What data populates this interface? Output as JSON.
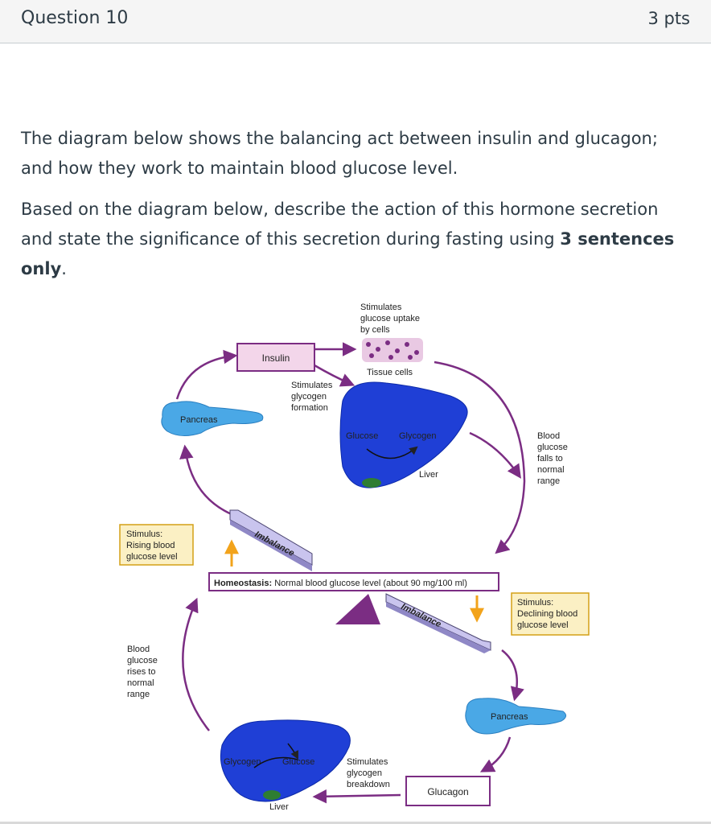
{
  "question": {
    "title": "Question 10",
    "points": "3 pts",
    "paragraph1": "The diagram below shows the balancing act between insulin and glucagon; and how they work to maintain blood glucose level.",
    "paragraph2_start": "Based on the diagram below, describe the action of this hormone secretion and state the significance of this secretion during fasting using ",
    "paragraph2_bold": "3 sentences only",
    "paragraph2_end": "."
  },
  "diagram": {
    "top_stimulates_1": "Stimulates",
    "top_stimulates_2": "glucose uptake",
    "top_stimulates_3": "by cells",
    "tissue_cells": "Tissue cells",
    "insulin": "Insulin",
    "glycogen_formation_1": "Stimulates",
    "glycogen_formation_2": "glycogen",
    "glycogen_formation_3": "formation",
    "pancreas_top": "Pancreas",
    "liver_top_glucose": "Glucose",
    "liver_top_glycogen": "Glycogen",
    "liver_top_label": "Liver",
    "falls_1": "Blood",
    "falls_2": "glucose",
    "falls_3": "falls to",
    "falls_4": "normal",
    "falls_5": "range",
    "stimulus_rising_1": "Stimulus:",
    "stimulus_rising_2": "Rising blood",
    "stimulus_rising_3": "glucose level",
    "imbalance_upper": "Imbalance",
    "homeostasis_bold": "Homeostasis:",
    "homeostasis_text": " Normal blood glucose level (about 90 mg/100 ml)",
    "imbalance_lower": "Imbalance",
    "stimulus_declining_1": "Stimulus:",
    "stimulus_declining_2": "Declining blood",
    "stimulus_declining_3": "glucose level",
    "rises_1": "Blood",
    "rises_2": "glucose",
    "rises_3": "rises to",
    "rises_4": "normal",
    "rises_5": "range",
    "pancreas_bottom": "Pancreas",
    "liver_bottom_glycogen": "Glycogen",
    "liver_bottom_glucose": "Glucose",
    "liver_bottom_label": "Liver",
    "breakdown_1": "Stimulates",
    "breakdown_2": "glycogen",
    "breakdown_3": "breakdown",
    "glucagon": "Glucagon"
  },
  "colors": {
    "purple": "#7b2d83",
    "liver": "#1f3fd6",
    "pancreas": "#4aa8e6",
    "insulin_box": "#f3d6ea",
    "stimulus_box": "#fbf0c4",
    "stimulus_border": "#d4a017",
    "arrow_orange": "#f2a31b",
    "beam": "#c9c4ee"
  }
}
